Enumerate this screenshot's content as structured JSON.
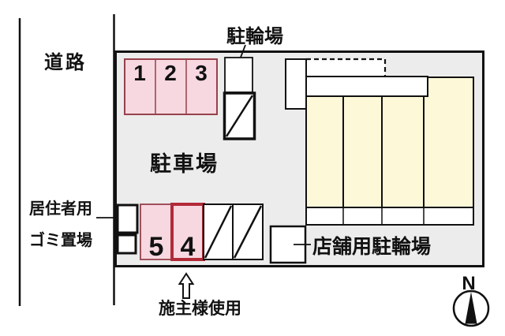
{
  "diagram": {
    "road": {
      "label": "道路"
    },
    "parking_lot": {
      "label": "駐車場",
      "spaces": [
        "1",
        "2",
        "3"
      ]
    },
    "owner_parking": {
      "spaces": [
        "5",
        "4"
      ],
      "note": "施主様使用"
    },
    "bicycle_parking": {
      "label": "駐輪場"
    },
    "store_bicycle_parking": {
      "label": "店舗用駐輪場"
    },
    "trash_area": {
      "label_line1": "居住者用",
      "label_line2": "ゴミ置場"
    },
    "compass": {
      "north": "N"
    }
  },
  "colors": {
    "plot_fill": "#ececec",
    "building_fill": "#fdf9d8",
    "parking_space_fill": "#f7d8e0",
    "parking_space_border": "#97404c",
    "owner_space_border": "#b22a38",
    "line_color": "#111111"
  }
}
